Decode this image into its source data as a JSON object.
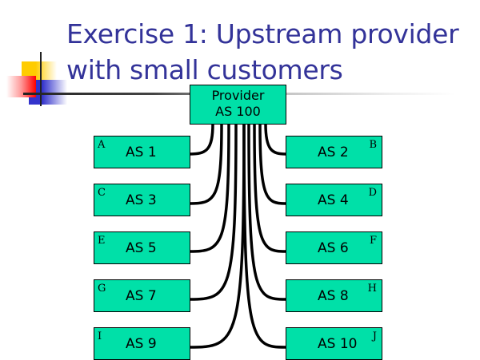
{
  "slide": {
    "title_lines": [
      "Exercise 1: Upstream provider",
      "with small customers"
    ],
    "colors": {
      "title": "#333399",
      "box_fill": "#00e0a8",
      "box_border": "#000000",
      "link": "#000000"
    }
  },
  "diagram": {
    "provider": {
      "line1": "Provider",
      "line2": "AS 100"
    },
    "customers_left": [
      {
        "corner": "A",
        "label": "AS 1"
      },
      {
        "corner": "C",
        "label": "AS 3"
      },
      {
        "corner": "E",
        "label": "AS 5"
      },
      {
        "corner": "G",
        "label": "AS 7"
      },
      {
        "corner": "I",
        "label": "AS 9"
      }
    ],
    "customers_right": [
      {
        "corner": "B",
        "label": "AS 2"
      },
      {
        "corner": "D",
        "label": "AS 4"
      },
      {
        "corner": "F",
        "label": "AS 6"
      },
      {
        "corner": "H",
        "label": "AS 8"
      },
      {
        "corner": "J",
        "label": "AS 10"
      }
    ],
    "links": [
      {
        "from": "AS 100",
        "to": "AS 1"
      },
      {
        "from": "AS 100",
        "to": "AS 2"
      },
      {
        "from": "AS 100",
        "to": "AS 3"
      },
      {
        "from": "AS 100",
        "to": "AS 4"
      },
      {
        "from": "AS 100",
        "to": "AS 5"
      },
      {
        "from": "AS 100",
        "to": "AS 6"
      },
      {
        "from": "AS 100",
        "to": "AS 7"
      },
      {
        "from": "AS 100",
        "to": "AS 8"
      },
      {
        "from": "AS 100",
        "to": "AS 9"
      },
      {
        "from": "AS 100",
        "to": "AS 10"
      }
    ]
  }
}
